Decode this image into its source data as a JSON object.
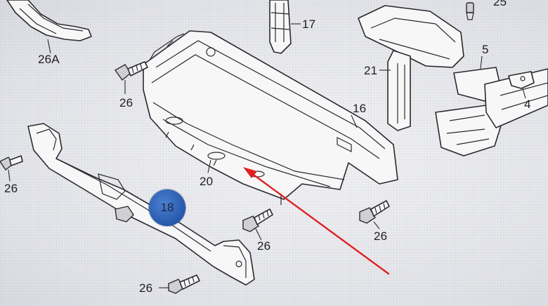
{
  "callouts": {
    "c26a": "26A",
    "c17": "17",
    "c25": "25",
    "c5": "5",
    "c21": "21",
    "c16": "16",
    "c4": "4",
    "c26_topleft": "26",
    "c26_left": "26",
    "c20": "20",
    "c18": "18",
    "c26_center": "26",
    "c26_right": "26",
    "c26_bottom": "26"
  },
  "highlight": {
    "circle_color": "#2f64b8",
    "arrow_color": "#e02020"
  }
}
